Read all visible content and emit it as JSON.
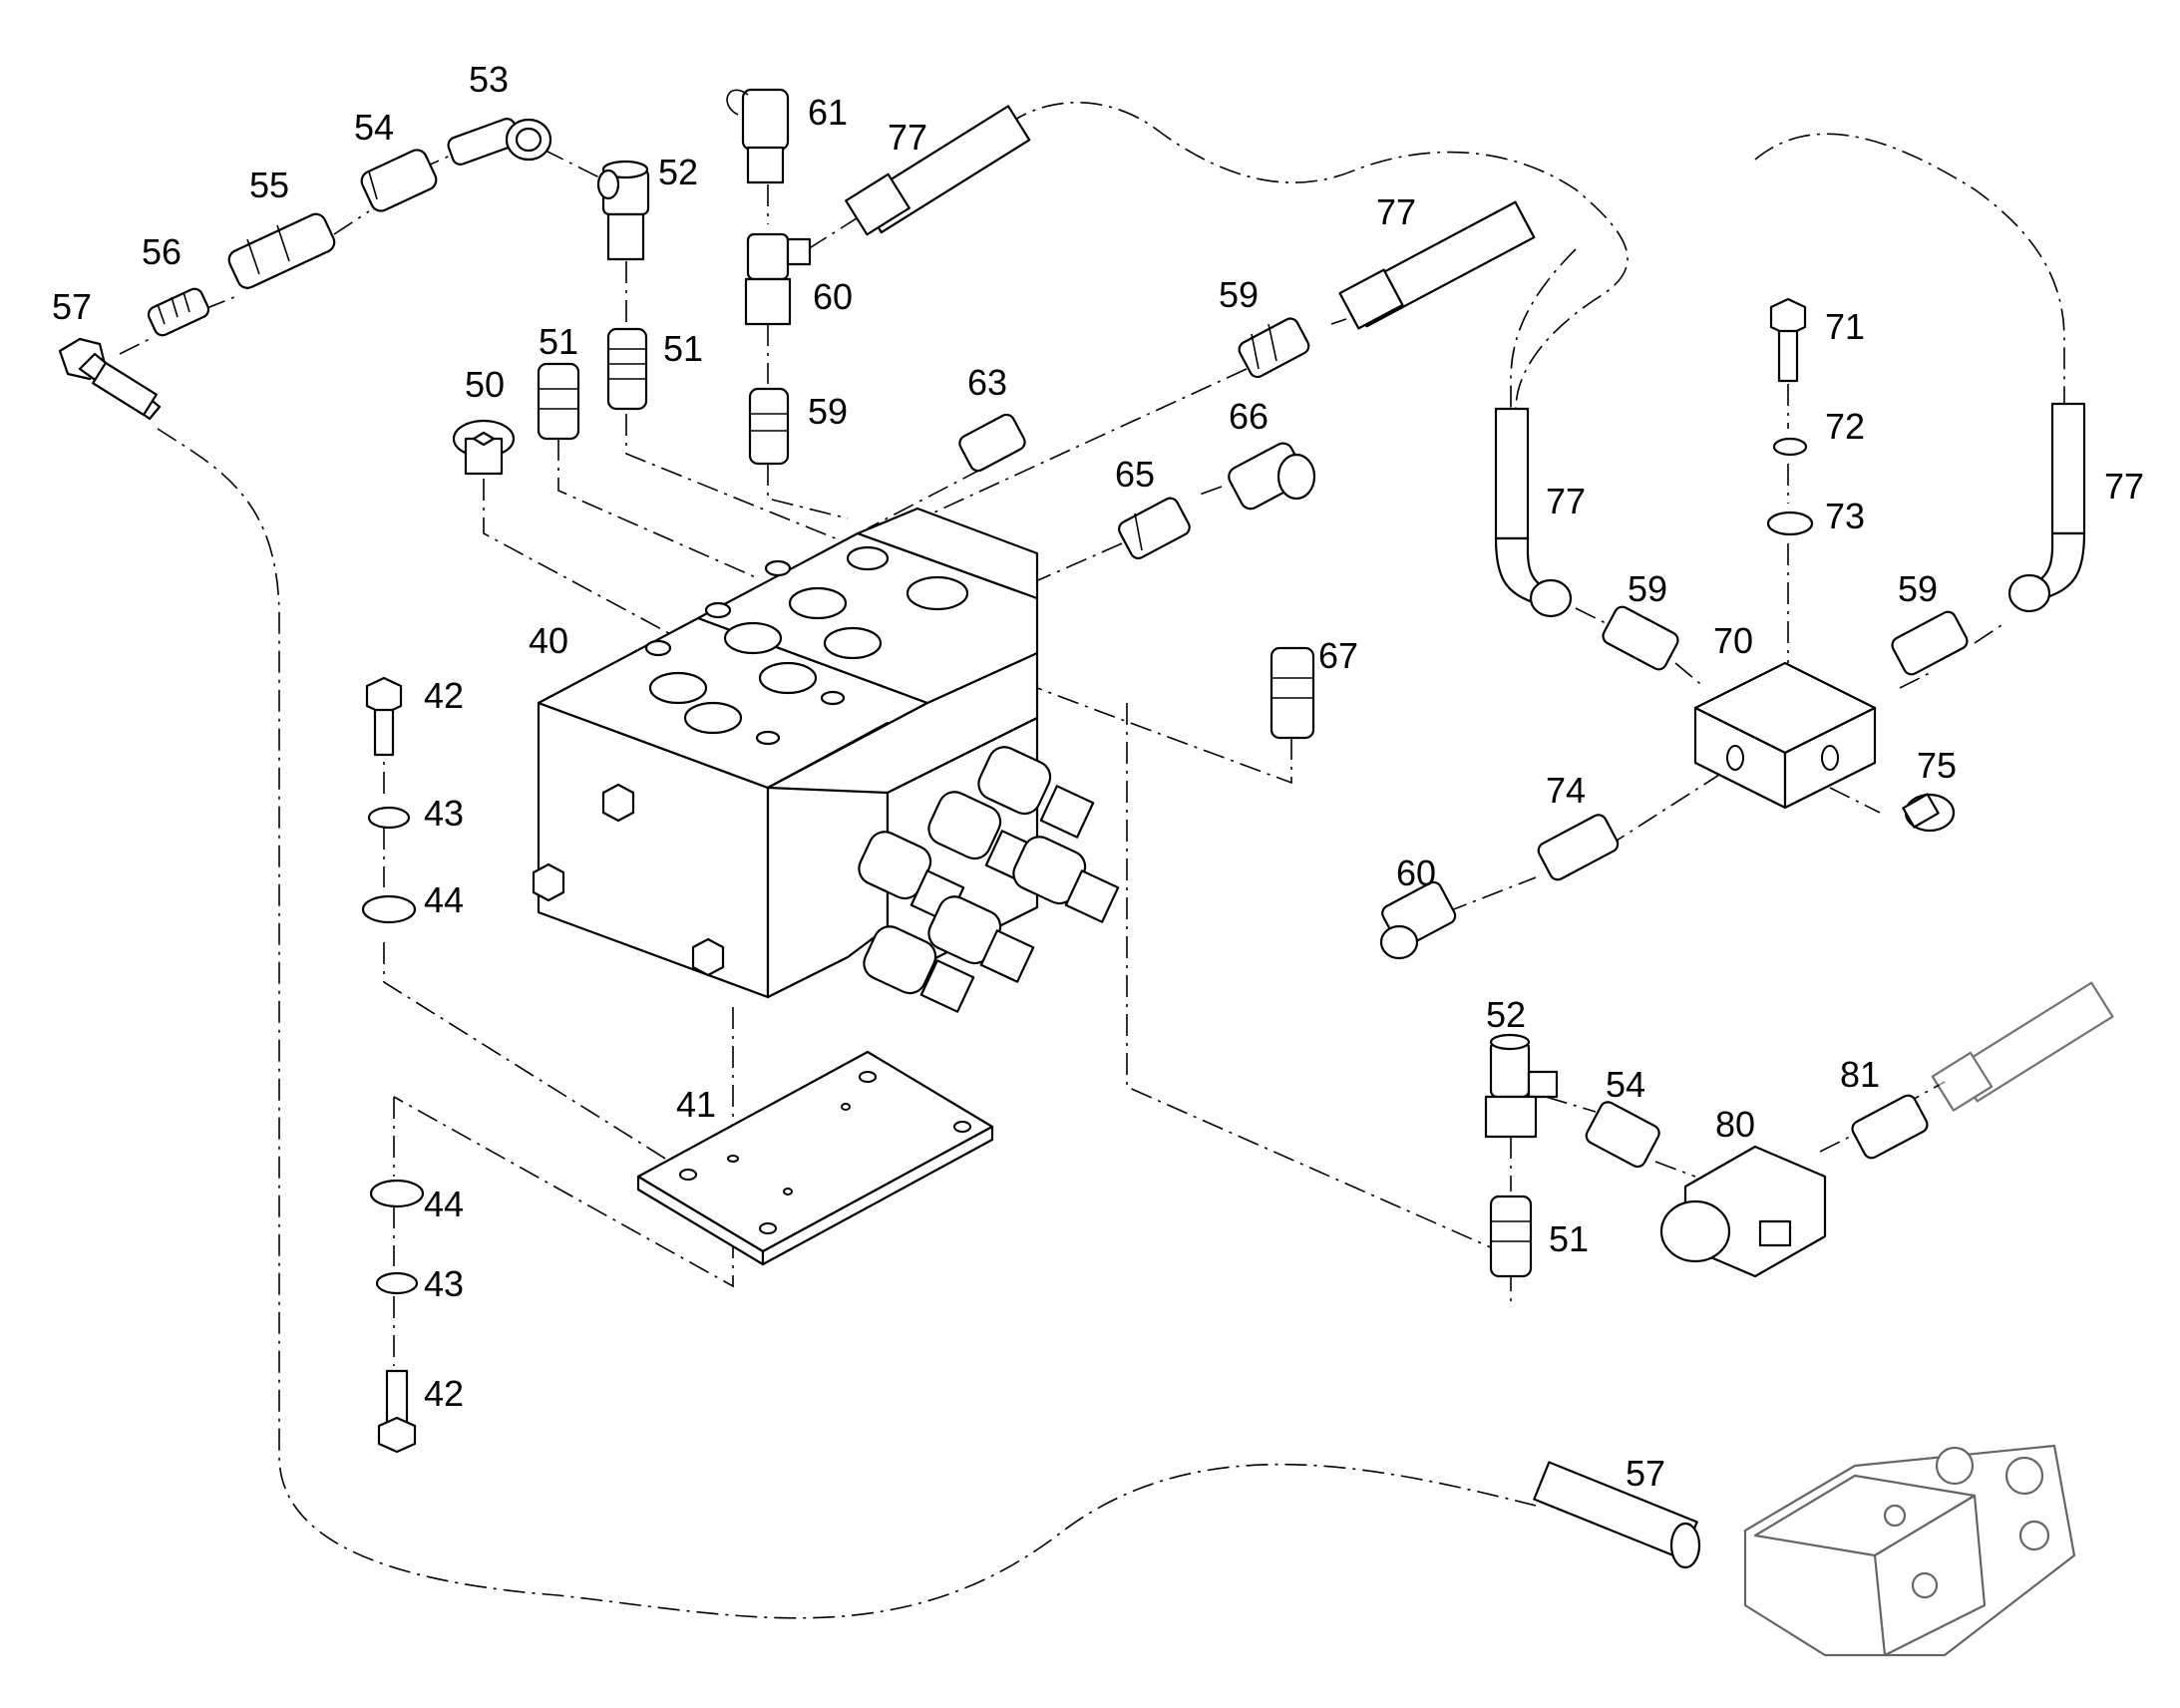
{
  "callouts": {
    "c40": "40",
    "c41": "41",
    "c42a": "42",
    "c42b": "42",
    "c43a": "43",
    "c43b": "43",
    "c44a": "44",
    "c44b": "44",
    "c50": "50",
    "c51a": "51",
    "c51b": "51",
    "c51c": "51",
    "c52a": "52",
    "c52b": "52",
    "c53": "53",
    "c54a": "54",
    "c54b": "54",
    "c55": "55",
    "c56": "56",
    "c57a": "57",
    "c57b": "57",
    "c59a": "59",
    "c59b": "59",
    "c59c": "59",
    "c59d": "59",
    "c60a": "60",
    "c60b": "60",
    "c61": "61",
    "c63": "63",
    "c65": "65",
    "c66": "66",
    "c67": "67",
    "c70": "70",
    "c71": "71",
    "c72": "72",
    "c73": "73",
    "c74": "74",
    "c75": "75",
    "c77a": "77",
    "c77b": "77",
    "c77c": "77",
    "c77d": "77",
    "c80": "80",
    "c81": "81"
  }
}
